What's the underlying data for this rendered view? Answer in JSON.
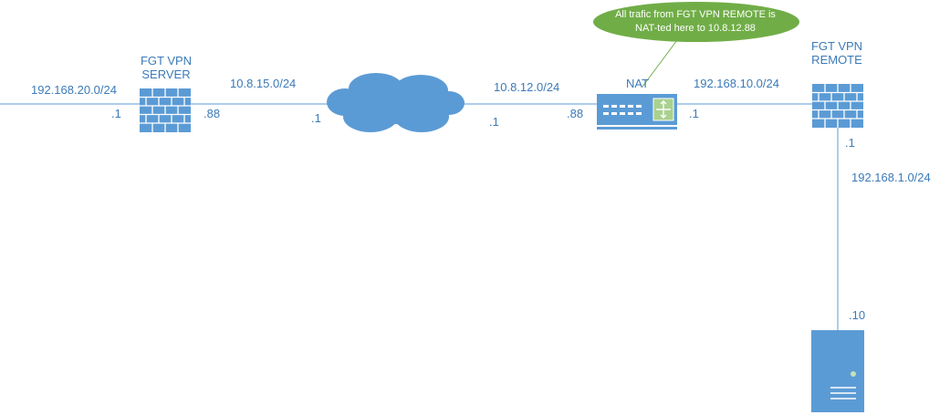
{
  "nodes": {
    "server_firewall": {
      "name_line1": "FGT VPN",
      "name_line2": "SERVER"
    },
    "remote_firewall": {
      "name_line1": "FGT VPN",
      "name_line2": "REMOTE"
    },
    "nat_router": {
      "name": "NAT"
    }
  },
  "networks": {
    "server_lan": "192.168.20.0/24",
    "server_wan": "10.8.15.0/24",
    "nat_outside": "10.8.12.0/24",
    "nat_inside": "192.168.10.0/24",
    "remote_lan": "192.168.1.0/24"
  },
  "addresses": {
    "server_lan_if": ".1",
    "server_wan_if": ".88",
    "cloud_left_if": ".1",
    "cloud_right_if": ".1",
    "nat_outside_if": ".88",
    "nat_inside_if": ".1",
    "remote_lan_if": ".1",
    "host_if": ".10"
  },
  "callout": {
    "line1": "All trafic from FGT VPN REMOTE is",
    "line2": "NAT-ted here to 10.8.12.88"
  },
  "colors": {
    "device_blue": "#5b9bd5",
    "line_blue": "#5b9bd5",
    "label_blue": "#3b7ab8",
    "callout_green": "#70ad47",
    "router_accent_green": "#a9d18e"
  }
}
